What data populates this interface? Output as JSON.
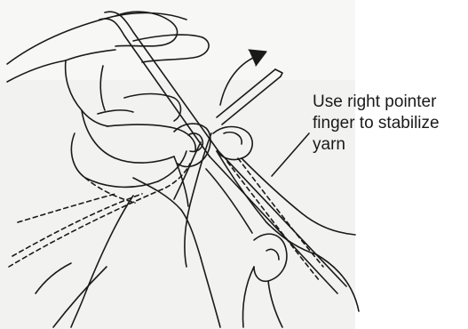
{
  "callout": {
    "lines": [
      "Use right pointer",
      "finger to stabilize",
      "yarn"
    ]
  },
  "colors": {
    "ink": "#1a1a1a",
    "paper": "#ffffff",
    "scan_shade": "#f0f0ee"
  }
}
